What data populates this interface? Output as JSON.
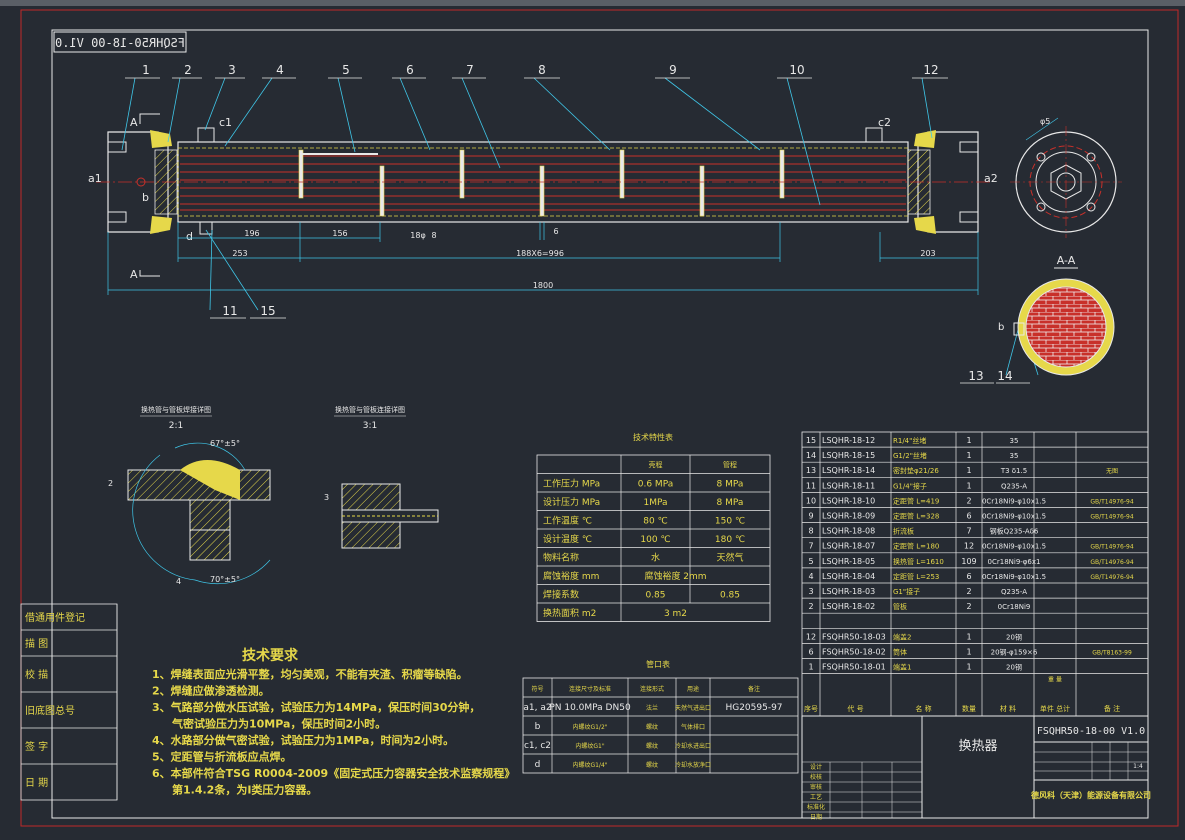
{
  "title_block": {
    "drawing_no": "FSQHR50-18-00 V1.0",
    "drawing_no_mirror": "FSQHR50-18-00 V1.0",
    "name": "换热器",
    "scale": "1:4",
    "company": "德风科（天津）能源设备有限公司",
    "small_labels": [
      "设计",
      "校核",
      "审核",
      "工艺",
      "标准化",
      "日期"
    ]
  },
  "balloons": [
    "1",
    "2",
    "3",
    "4",
    "5",
    "6",
    "7",
    "8",
    "9",
    "10",
    "12",
    "11",
    "15",
    "13",
    "14"
  ],
  "labels": {
    "c1": "c1",
    "c2": "c2",
    "a1": "a1",
    "a2": "a2",
    "b": "b",
    "d": "d",
    "section_mark": "A",
    "section_title": "A-A",
    "dia": "φ5"
  },
  "dims": {
    "d196": "196",
    "d156": "156",
    "d253": "253",
    "d188": "188X6=996",
    "d203": "203",
    "d1800": "1800",
    "d6": "6",
    "d8": "8",
    "d18": "18φ"
  },
  "details": {
    "d1_title": "换热管与管板焊接详图",
    "d1_scale": "2:1",
    "d2_title": "换热管与管板连接详图",
    "d2_scale": "3:1",
    "ang1": "67°±5°",
    "ang2": "70°±5°",
    "n2": "2",
    "n4": "4",
    "n3": "3"
  },
  "tech_params": {
    "title": "技术特性表",
    "headers": [
      "",
      "壳程",
      "管程"
    ],
    "rows": [
      [
        "工作压力 MPa",
        "0.6 MPa",
        "8 MPa"
      ],
      [
        "设计压力 MPa",
        "1MPa",
        "8 MPa"
      ],
      [
        "工作温度 ℃",
        "80 ℃",
        "150 ℃"
      ],
      [
        "设计温度 ℃",
        "100 ℃",
        "180 ℃"
      ],
      [
        "物料名称",
        "水",
        "天然气"
      ],
      [
        "腐蚀裕度 mm",
        "腐蚀裕度 2mm",
        ""
      ],
      [
        "焊接系数",
        "0.85",
        "0.85"
      ],
      [
        "换热面积 m2",
        "3 m2",
        ""
      ]
    ]
  },
  "nozzle_table": {
    "title": "管口表",
    "headers": [
      "符号",
      "连接尺寸及标准",
      "连接形式",
      "用途",
      "备注"
    ],
    "rows": [
      [
        "a1, a2",
        "PN 10.0MPa DN50",
        "法兰",
        "天然气进出口",
        "HG20595-97"
      ],
      [
        "b",
        "内螺纹G1/2\"",
        "螺纹",
        "气体排口",
        ""
      ],
      [
        "c1, c2",
        "内螺纹G1\"",
        "螺纹",
        "冷却水进出口",
        ""
      ],
      [
        "d",
        "内螺纹G1/4\"",
        "螺纹",
        "冷却水放净口",
        ""
      ]
    ]
  },
  "tech_req": {
    "title": "技术要求",
    "lines": [
      "1、焊缝表面应光滑平整，均匀美观，不能有夹渣、积瘤等缺陷。",
      "2、焊缝应做渗透检测。",
      "3、气路部分做水压试验，试验压力为14MPa，保压时间30分钟，",
      "气密试验压力为10MPa，保压时间2小时。",
      "4、水路部分做气密试验，试验压力为1MPa，时间为2小时。",
      "5、定距管与折流板应点焊。",
      "6、本部件符合TSG R0004-2009《固定式压力容器安全技术监察规程》",
      "第1.4.2条，为Ⅰ类压力容器。"
    ]
  },
  "left_strip": [
    "借通用件登记",
    "描 图",
    "校 描",
    "旧底图总号",
    "签 字",
    "日 期"
  ],
  "bom": {
    "rows": [
      [
        "15",
        "LSQHR-18-12",
        "R1/4\"丝堵",
        "1",
        "35",
        ""
      ],
      [
        "14",
        "LSQHR-18-15",
        "G1/2\"丝堵",
        "1",
        "35",
        ""
      ],
      [
        "13",
        "LSQHR-18-14",
        "密封垫φ21/26",
        "1",
        "T3 δ1.5",
        "无图"
      ],
      [
        "11",
        "LSQHR-18-11",
        "G1/4\"接子",
        "1",
        "Q235-A",
        ""
      ],
      [
        "10",
        "LSQHR-18-10",
        "定距管 L=419",
        "2",
        "0Cr18Ni9-φ10x1.5",
        "GB/T14976-94"
      ],
      [
        "9",
        "LSQHR-18-09",
        "定距管 L=328",
        "6",
        "0Cr18Ni9-φ10x1.5",
        "GB/T14976-94"
      ],
      [
        "8",
        "LSQHR-18-08",
        "折流板",
        "7",
        "钢板Q235-Aδ6",
        ""
      ],
      [
        "7",
        "LSQHR-18-07",
        "定距管 L=180",
        "12",
        "0Cr18Ni9-φ10x1.5",
        "GB/T14976-94"
      ],
      [
        "5",
        "LSQHR-18-05",
        "换热管 L=1610",
        "109",
        "0Cr18Ni9-φ6x1",
        "GB/T14976-94"
      ],
      [
        "4",
        "LSQHR-18-04",
        "定距管 L=253",
        "6",
        "0Cr18Ni9-φ10x1.5",
        "GB/T14976-94"
      ],
      [
        "3",
        "LSQHR-18-03",
        "G1\"接子",
        "2",
        "Q235-A",
        ""
      ],
      [
        "2",
        "LSQHR-18-02",
        "管板",
        "2",
        "0Cr18Ni9",
        ""
      ],
      [
        "",
        "",
        "",
        "",
        "",
        ""
      ],
      [
        "12",
        "FSQHR50-18-03",
        "端盖2",
        "1",
        "20钢",
        ""
      ],
      [
        "6",
        "FSQHR50-18-02",
        "筒体",
        "1",
        "20钢-φ159×6",
        "GB/T8163-99"
      ],
      [
        "1",
        "FSQHR50-18-01",
        "端盖1",
        "1",
        "20钢",
        ""
      ]
    ],
    "header": [
      "序号",
      "代 号",
      "名 称",
      "数量",
      "材 料",
      "单件 总计",
      "备 注"
    ],
    "header_sub": "重 量"
  }
}
